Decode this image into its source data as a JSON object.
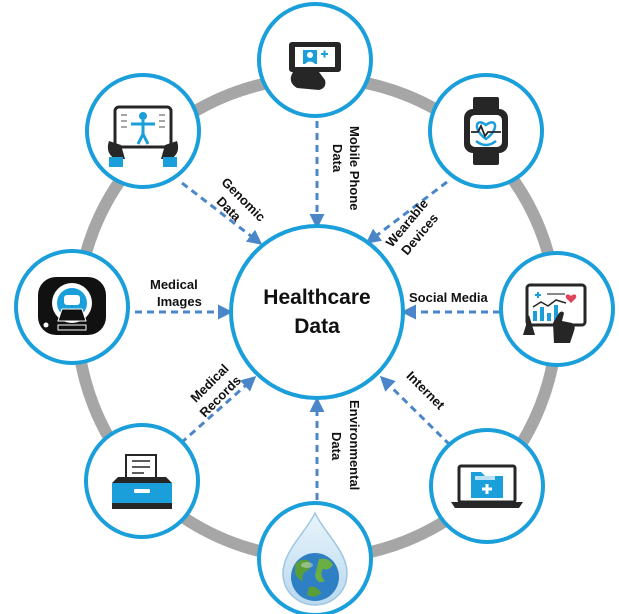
{
  "center": {
    "line1": "Healthcare",
    "line2": "Data"
  },
  "sources": {
    "mobile": {
      "line1": "Mobile Phone",
      "line2": "Data",
      "icon": "smartphone-hand-icon"
    },
    "wearable": {
      "line1": "Wearable",
      "line2": "Devices",
      "icon": "smartwatch-icon"
    },
    "social": {
      "line1": "Social Media",
      "icon": "tablet-chart-icon"
    },
    "internet": {
      "line1": "Internet",
      "icon": "laptop-folder-icon"
    },
    "environmental": {
      "line1": "Environmental",
      "line2": "Data",
      "icon": "water-drop-earth-icon"
    },
    "records": {
      "line1": "Medical",
      "line2": "Records",
      "icon": "file-tray-icon"
    },
    "images": {
      "line1": "Medical",
      "line2": "Images",
      "icon": "mri-scanner-icon"
    },
    "genomic": {
      "line1": "Genomic",
      "line2": "Data",
      "icon": "tablet-body-scan-icon"
    }
  },
  "colors": {
    "accent": "#1a9fdb",
    "arrow": "#4a86c8",
    "ring": "#a6a6a6",
    "icon_dark": "#262626"
  }
}
